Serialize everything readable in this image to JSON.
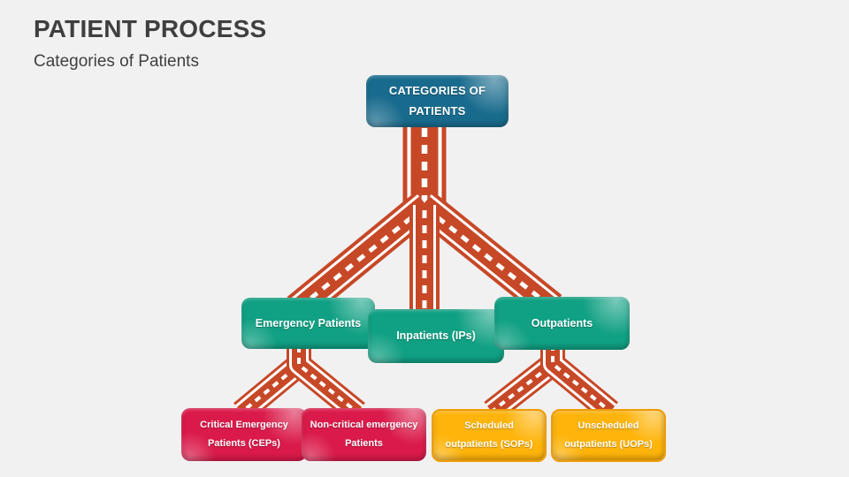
{
  "slide": {
    "title": "PATIENT PROCESS",
    "subtitle": "Categories of Patients"
  },
  "colors": {
    "background": "#f1f1f2",
    "title_text": "#3f3f3f",
    "node_text": "#ffffff",
    "road": "#c74827",
    "road_marking": "#ffffff",
    "teal": "#196b8d",
    "green": "#10a083",
    "red": "#da1a4a",
    "yellow": "#feb40a"
  },
  "diagram": {
    "connector_style": "road-with-dashed-centerline",
    "nodes": [
      {
        "id": "categories-of-patients",
        "label": "CATEGORIES OF PATIENTS",
        "color": "#196b8d"
      },
      {
        "id": "emergency-patients",
        "label": "Emergency Patients",
        "color": "#10a083"
      },
      {
        "id": "inpatients",
        "label": "Inpatients (IPs)",
        "color": "#10a083"
      },
      {
        "id": "outpatients",
        "label": "Outpatients",
        "color": "#10a083"
      },
      {
        "id": "critical-emergency-patients",
        "label": "Critical Emergency Patients (CEPs)",
        "color": "#da1a4a"
      },
      {
        "id": "non-critical-emergency-patients",
        "label": "Non-critical emergency Patients",
        "color": "#da1a4a"
      },
      {
        "id": "scheduled-outpatients",
        "label": "Scheduled outpatients (SOPs)",
        "color": "#feb40a"
      },
      {
        "id": "unscheduled-outpatients",
        "label": "Unscheduled outpatients (UOPs)",
        "color": "#feb40a"
      }
    ],
    "edges": [
      {
        "from": "categories-of-patients",
        "to": "emergency-patients"
      },
      {
        "from": "categories-of-patients",
        "to": "inpatients"
      },
      {
        "from": "categories-of-patients",
        "to": "outpatients"
      },
      {
        "from": "emergency-patients",
        "to": "critical-emergency-patients"
      },
      {
        "from": "emergency-patients",
        "to": "non-critical-emergency-patients"
      },
      {
        "from": "outpatients",
        "to": "scheduled-outpatients"
      },
      {
        "from": "outpatients",
        "to": "unscheduled-outpatients"
      }
    ]
  }
}
